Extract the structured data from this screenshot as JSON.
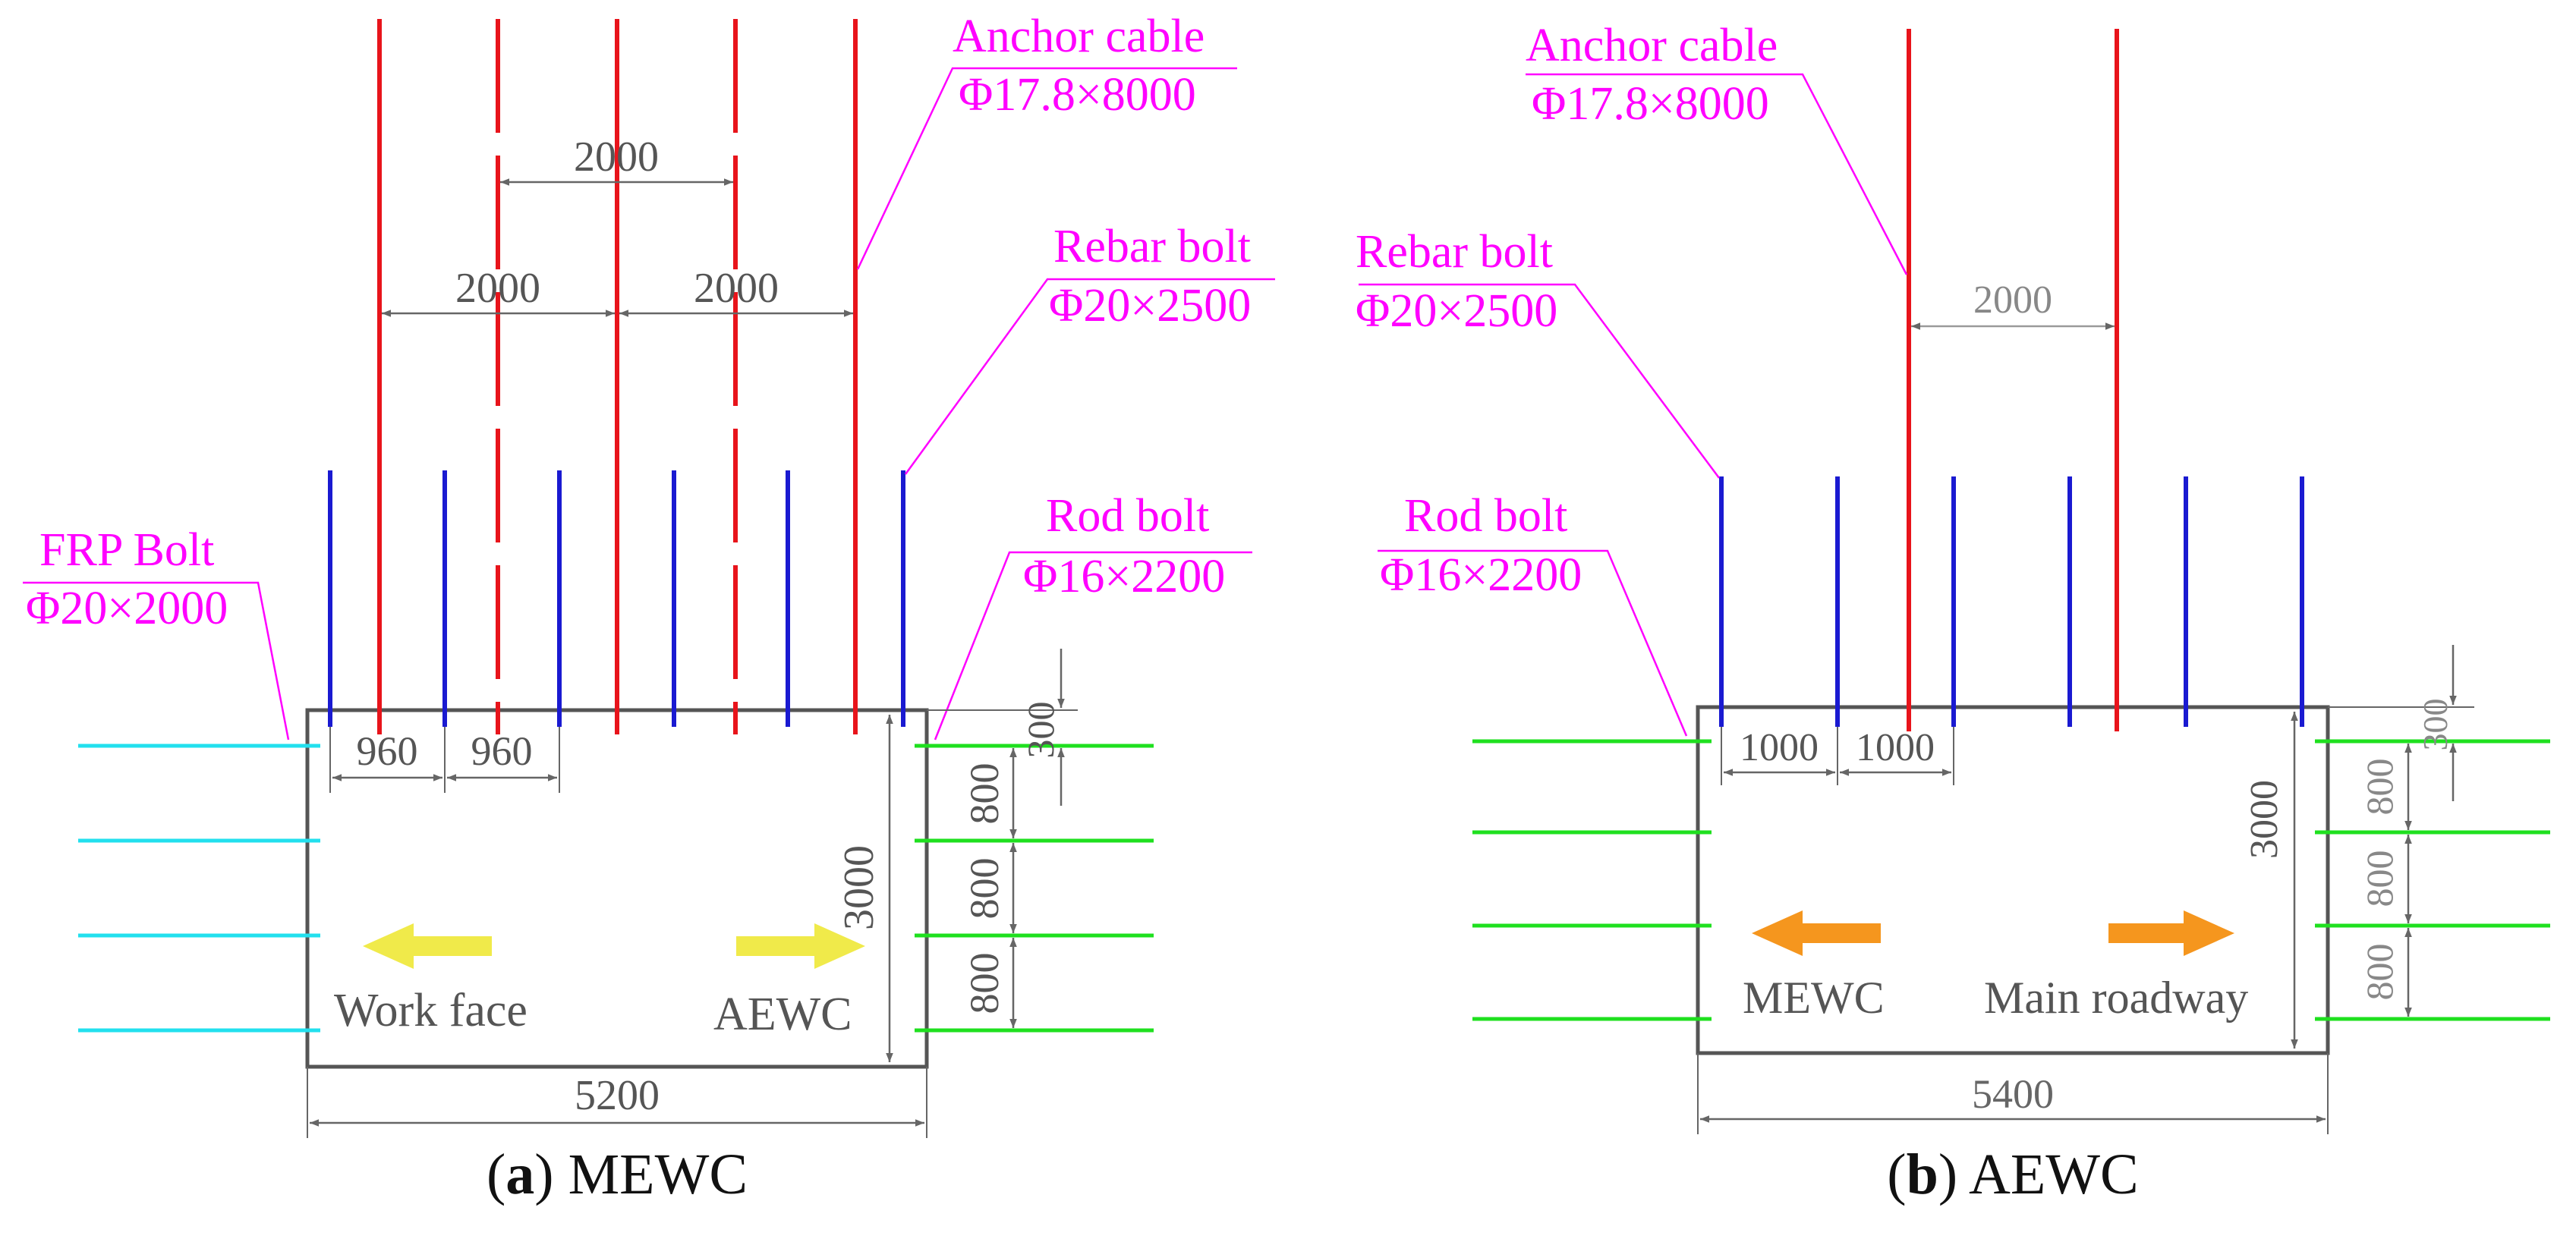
{
  "colors": {
    "anchor_cable": "#e8141b",
    "rebar_bolt": "#1a1ad1",
    "frp_bolt": "#22e0ee",
    "rod_bolt": "#1fe01f",
    "label": "#ff00ff",
    "outline": "#555555",
    "dimension": "#666666",
    "arrow_a": "#f0ea4a",
    "arrow_b": "#f5961e"
  },
  "panel_a": {
    "caption_letter": "a",
    "caption_text": "MEWC",
    "labels": {
      "anchor_cable_name": "Anchor cable",
      "anchor_cable_spec": "Φ17.8×8000",
      "rebar_bolt_name": "Rebar bolt",
      "rebar_bolt_spec": "Φ20×2500",
      "rod_bolt_name": "Rod bolt",
      "rod_bolt_spec": "Φ16×2200",
      "frp_bolt_name": "FRP Bolt",
      "frp_bolt_spec": "Φ20×2000"
    },
    "dimensions": {
      "cable_spacing_top": "2000",
      "cable_spacing_left": "2000",
      "cable_spacing_right": "2000",
      "bolt_spacing_1": "960",
      "bolt_spacing_2": "960",
      "side_offset": "300",
      "side_spacing_1": "800",
      "side_spacing_2": "800",
      "side_spacing_3": "800",
      "height": "3000",
      "width": "5200"
    },
    "directions": {
      "left": "Work face",
      "right": "AEWC"
    }
  },
  "panel_b": {
    "caption_letter": "b",
    "caption_text": "AEWC",
    "labels": {
      "anchor_cable_name": "Anchor cable",
      "anchor_cable_spec": "Φ17.8×8000",
      "rebar_bolt_name": "Rebar bolt",
      "rebar_bolt_spec": "Φ20×2500",
      "rod_bolt_name": "Rod bolt",
      "rod_bolt_spec": "Φ16×2200"
    },
    "dimensions": {
      "cable_spacing": "2000",
      "bolt_spacing_1": "1000",
      "bolt_spacing_2": "1000",
      "side_offset": "300",
      "side_spacing_1": "800",
      "side_spacing_2": "800",
      "side_spacing_3": "800",
      "height": "3000",
      "width": "5400"
    },
    "directions": {
      "left": "MEWC",
      "right": "Main roadway"
    }
  }
}
